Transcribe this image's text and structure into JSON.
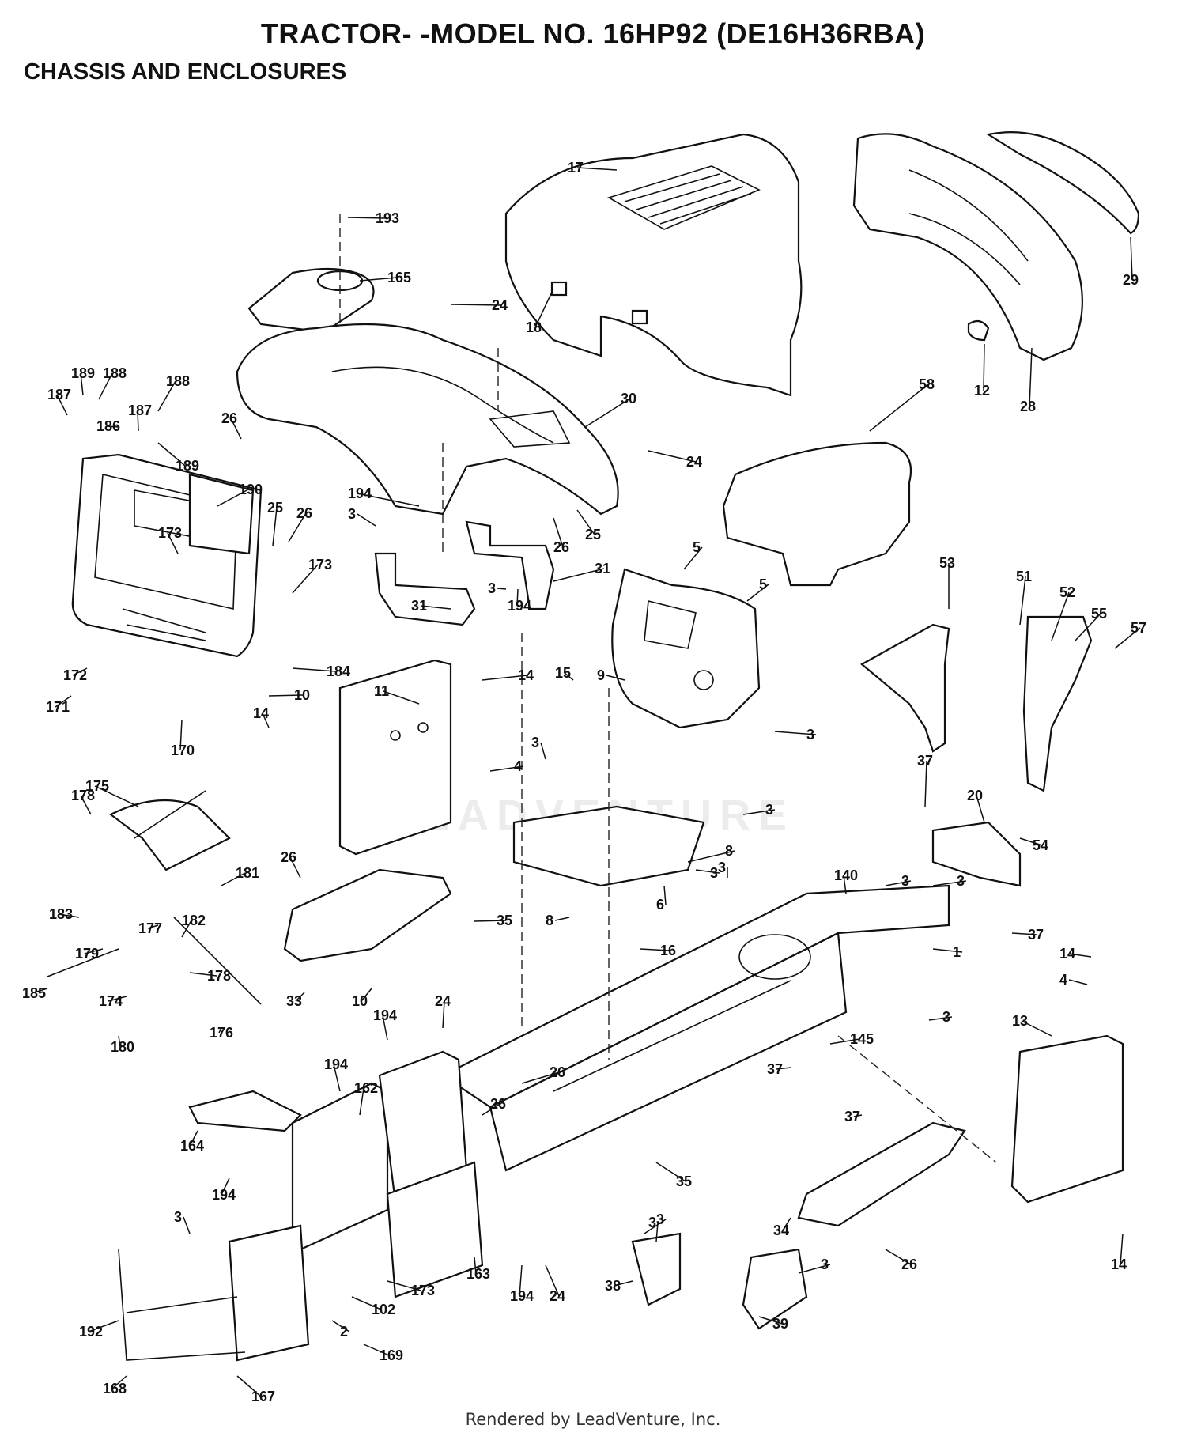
{
  "header": {
    "title": "TRACTOR- -MODEL NO. 16HP92 (DE16H36RBA)",
    "subtitle": "CHASSIS AND ENCLOSURES"
  },
  "footer": {
    "text": "Rendered by LeadVenture, Inc."
  },
  "watermark": {
    "text": "LEADVENTURE"
  },
  "callouts": [
    {
      "id": "c17",
      "label": "17"
    },
    {
      "id": "c193",
      "label": "193"
    },
    {
      "id": "c165",
      "label": "165"
    },
    {
      "id": "c24a",
      "label": "24"
    },
    {
      "id": "c18",
      "label": "18"
    },
    {
      "id": "c29",
      "label": "29"
    },
    {
      "id": "c12",
      "label": "12"
    },
    {
      "id": "c28",
      "label": "28"
    },
    {
      "id": "c58",
      "label": "58"
    },
    {
      "id": "c30",
      "label": "30"
    },
    {
      "id": "c24b",
      "label": "24"
    },
    {
      "id": "c189a",
      "label": "189"
    },
    {
      "id": "c188a",
      "label": "188"
    },
    {
      "id": "c188b",
      "label": "188"
    },
    {
      "id": "c187a",
      "label": "187"
    },
    {
      "id": "c186",
      "label": "186"
    },
    {
      "id": "c187b",
      "label": "187"
    },
    {
      "id": "c189b",
      "label": "189"
    },
    {
      "id": "c26a",
      "label": "26"
    },
    {
      "id": "c190",
      "label": "190"
    },
    {
      "id": "c194a",
      "label": "194"
    },
    {
      "id": "c3a",
      "label": "3"
    },
    {
      "id": "c25a",
      "label": "25"
    },
    {
      "id": "c26b",
      "label": "26"
    },
    {
      "id": "c173a",
      "label": "173"
    },
    {
      "id": "c173b",
      "label": "173"
    },
    {
      "id": "c26c",
      "label": "26"
    },
    {
      "id": "c25b",
      "label": "25"
    },
    {
      "id": "c31a",
      "label": "31"
    },
    {
      "id": "c31b",
      "label": "31"
    },
    {
      "id": "c194b",
      "label": "194"
    },
    {
      "id": "c3b",
      "label": "3"
    },
    {
      "id": "c5a",
      "label": "5"
    },
    {
      "id": "c5b",
      "label": "5"
    },
    {
      "id": "c53",
      "label": "53"
    },
    {
      "id": "c51",
      "label": "51"
    },
    {
      "id": "c52",
      "label": "52"
    },
    {
      "id": "c55",
      "label": "55"
    },
    {
      "id": "c57",
      "label": "57"
    },
    {
      "id": "c172",
      "label": "172"
    },
    {
      "id": "c171",
      "label": "171"
    },
    {
      "id": "c170",
      "label": "170"
    },
    {
      "id": "c184",
      "label": "184"
    },
    {
      "id": "c10a",
      "label": "10"
    },
    {
      "id": "c3c",
      "label": "3"
    },
    {
      "id": "c9",
      "label": "9"
    },
    {
      "id": "c11",
      "label": "11"
    },
    {
      "id": "c15",
      "label": "15"
    },
    {
      "id": "c14a",
      "label": "14"
    },
    {
      "id": "c14b",
      "label": "14"
    },
    {
      "id": "c4a",
      "label": "4"
    },
    {
      "id": "c3d",
      "label": "3"
    },
    {
      "id": "c3e",
      "label": "3"
    },
    {
      "id": "c54",
      "label": "54"
    },
    {
      "id": "c37a",
      "label": "37"
    },
    {
      "id": "c20",
      "label": "20"
    },
    {
      "id": "c175",
      "label": "175"
    },
    {
      "id": "c178a",
      "label": "178"
    },
    {
      "id": "c3f",
      "label": "3"
    },
    {
      "id": "c26d",
      "label": "26"
    },
    {
      "id": "c8a",
      "label": "8"
    },
    {
      "id": "c6",
      "label": "6"
    },
    {
      "id": "c181",
      "label": "181"
    },
    {
      "id": "c3g",
      "label": "3"
    },
    {
      "id": "c140",
      "label": "140"
    },
    {
      "id": "c3h",
      "label": "3"
    },
    {
      "id": "c177",
      "label": "177"
    },
    {
      "id": "c183",
      "label": "183"
    },
    {
      "id": "c182",
      "label": "182"
    },
    {
      "id": "c35a",
      "label": "35"
    },
    {
      "id": "c8b",
      "label": "8"
    },
    {
      "id": "c3i",
      "label": "3"
    },
    {
      "id": "c37b",
      "label": "37"
    },
    {
      "id": "c179",
      "label": "179"
    },
    {
      "id": "c178b",
      "label": "178"
    },
    {
      "id": "c16",
      "label": "16"
    },
    {
      "id": "c1",
      "label": "1"
    },
    {
      "id": "c185",
      "label": "185"
    },
    {
      "id": "c174",
      "label": "174"
    },
    {
      "id": "c33",
      "label": "33"
    },
    {
      "id": "c10b",
      "label": "10"
    },
    {
      "id": "c14c",
      "label": "14"
    },
    {
      "id": "c4b",
      "label": "4"
    },
    {
      "id": "c180",
      "label": "180"
    },
    {
      "id": "c176",
      "label": "176"
    },
    {
      "id": "c194c",
      "label": "194"
    },
    {
      "id": "c24c",
      "label": "24"
    },
    {
      "id": "c13",
      "label": "13"
    },
    {
      "id": "c3j",
      "label": "3"
    },
    {
      "id": "c145",
      "label": "145"
    },
    {
      "id": "c37c",
      "label": "37"
    },
    {
      "id": "c194d",
      "label": "194"
    },
    {
      "id": "c162",
      "label": "162"
    },
    {
      "id": "c26e",
      "label": "26"
    },
    {
      "id": "c26f",
      "label": "26"
    },
    {
      "id": "c37d",
      "label": "37"
    },
    {
      "id": "c164",
      "label": "164"
    },
    {
      "id": "c194e",
      "label": "194"
    },
    {
      "id": "c35b",
      "label": "35"
    },
    {
      "id": "c34",
      "label": "34"
    },
    {
      "id": "c3k",
      "label": "3"
    },
    {
      "id": "c3l",
      "label": "3"
    },
    {
      "id": "c3m",
      "label": "3"
    },
    {
      "id": "c14d",
      "label": "14"
    },
    {
      "id": "c102",
      "label": "102"
    },
    {
      "id": "c173c",
      "label": "173"
    },
    {
      "id": "c163",
      "label": "163"
    },
    {
      "id": "c194f",
      "label": "194"
    },
    {
      "id": "c24d",
      "label": "24"
    },
    {
      "id": "c38",
      "label": "38"
    },
    {
      "id": "c3n",
      "label": "3"
    },
    {
      "id": "c39",
      "label": "39"
    },
    {
      "id": "c26g",
      "label": "26"
    },
    {
      "id": "c192",
      "label": "192"
    },
    {
      "id": "c2",
      "label": "2"
    },
    {
      "id": "c169",
      "label": "169"
    },
    {
      "id": "c168",
      "label": "168"
    },
    {
      "id": "c167",
      "label": "167"
    }
  ]
}
